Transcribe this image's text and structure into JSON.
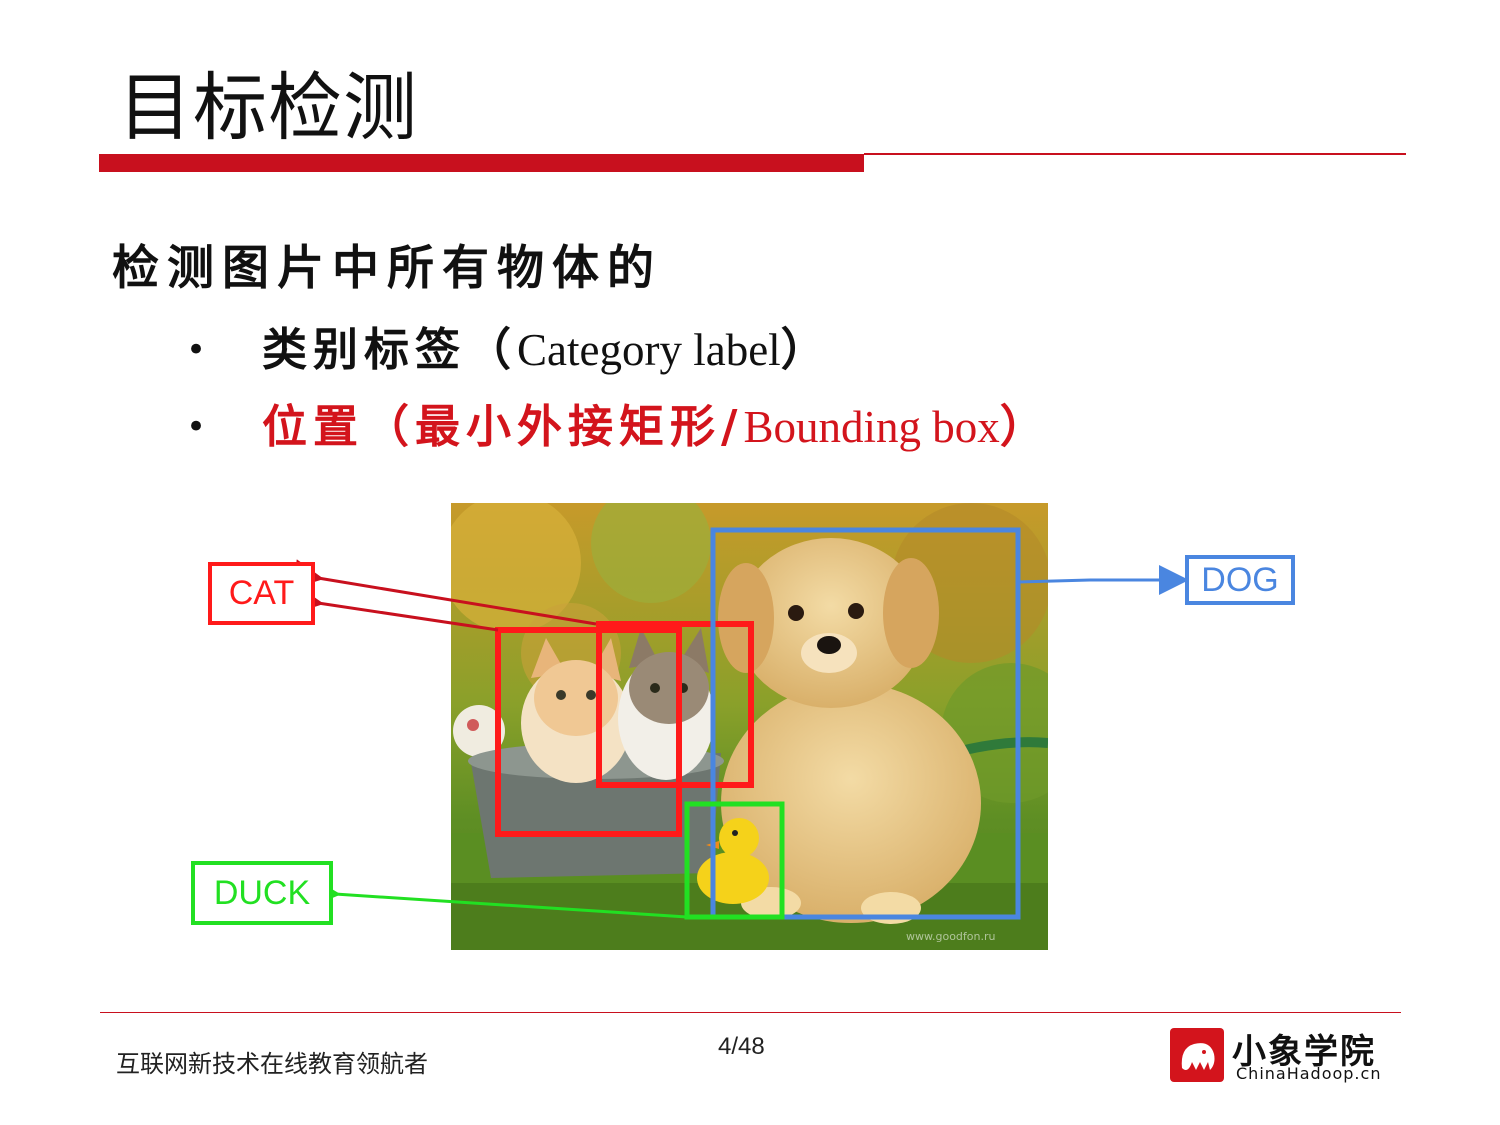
{
  "slide": {
    "title": "目标检测",
    "heading": "检测图片中所有物体的",
    "bullets": [
      {
        "marker": "•",
        "cn": "类别标签（",
        "en": "Category label",
        "end": "）"
      },
      {
        "marker": "•",
        "cn": "位置（最小外接矩形/",
        "en": "Bounding box",
        "end": "）"
      }
    ]
  },
  "figure": {
    "labels": {
      "cat": "CAT",
      "dog": "DOG",
      "duck": "DUCK"
    },
    "watermark": "www.goodfon.ru"
  },
  "colors": {
    "accent_red": "#c8101e",
    "cat_red": "#ff1a1a",
    "dog_blue": "#4a86e0",
    "duck_green": "#22e022"
  },
  "footer": {
    "slogan": "互联网新技术在线教育领航者",
    "page": "4/48",
    "logo_cn": "小象学院",
    "logo_en": "ChinaHadoop.cn",
    "logo_icon": "elephant-icon"
  }
}
